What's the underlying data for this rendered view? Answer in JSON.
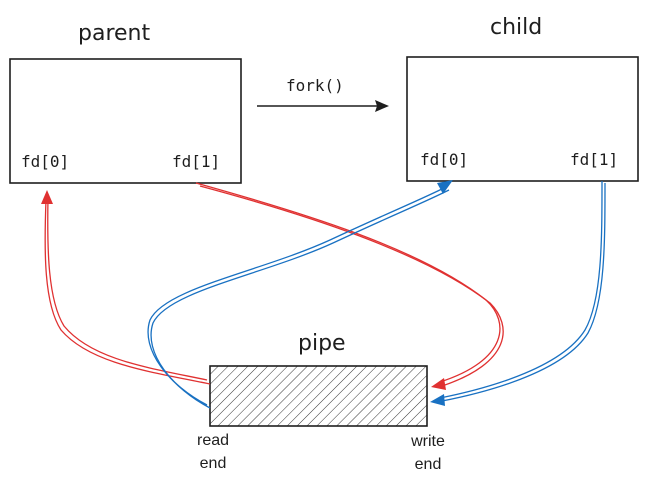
{
  "colors": {
    "ink": "#1e1e1e",
    "parent_arrows": "#e03131",
    "child_arrows": "#1971c2"
  },
  "parent": {
    "title": "parent",
    "fd_read": "fd[0]",
    "fd_write": "fd[1]"
  },
  "child": {
    "title": "child",
    "fd_read": "fd[0]",
    "fd_write": "fd[1]"
  },
  "fork_label": "fork()",
  "pipe": {
    "title": "pipe",
    "read_end": [
      "read",
      "end"
    ],
    "write_end": [
      "write",
      "end"
    ]
  }
}
